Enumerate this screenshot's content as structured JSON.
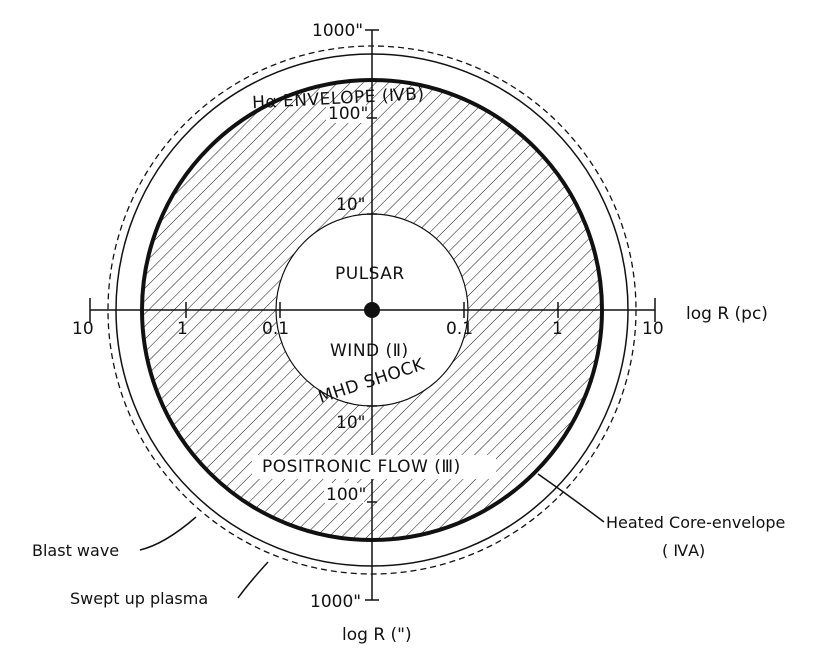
{
  "diagram": {
    "colors": {
      "ink": "#111111",
      "paper": "#ffffff"
    },
    "horizontal_axis": {
      "label": "log R (pc)",
      "left_ticks": [
        "10",
        "1",
        "0.1"
      ],
      "right_ticks": [
        "0.1",
        "1",
        "10"
      ]
    },
    "vertical_axis": {
      "label": "log R (\")",
      "top_ticks": [
        "1000\"",
        "100\"",
        "10\""
      ],
      "bottom_ticks": [
        "10\"",
        "100\"",
        "1000\""
      ]
    },
    "regions": {
      "envelope_b": "Hα ENVELOPE (ⅣB)",
      "pulsar": "PULSAR",
      "wind": "WIND (Ⅱ)",
      "mhd_shock": "MHD SHOCK",
      "positronic_flow": "POSITRONIC FLOW (Ⅲ)"
    },
    "callouts": {
      "blast_wave": "Blast wave",
      "swept_up_plasma": "Swept up plasma",
      "heated_core_line1": "Heated Core-envelope",
      "heated_core_line2": "( ⅣA)"
    }
  }
}
